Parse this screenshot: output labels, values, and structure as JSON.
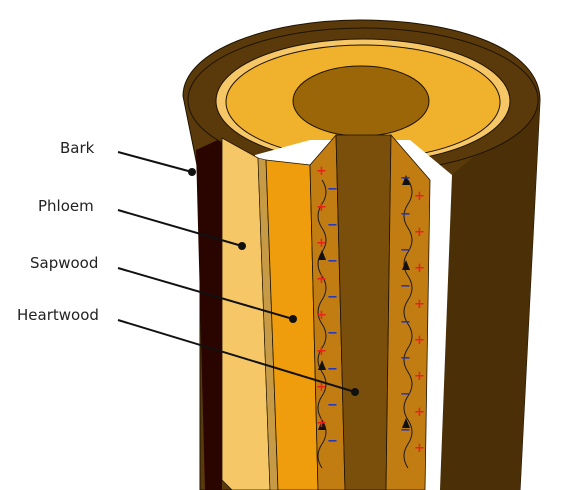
{
  "labels": {
    "bark": "Bark",
    "phloem": "Phloem",
    "sapwood": "Sapwood",
    "heartwood": "Heartwood"
  },
  "charges": {
    "plus": "+",
    "minus": "−"
  },
  "colors": {
    "bark_outer": "#5a3a0a",
    "bark_inner": "#2a0500",
    "phloem": "#f6c766",
    "sapwood": "#ef9d0c",
    "sapwood_top": "#f0b22d",
    "heartwood": "#7a4e0b",
    "heartwood_top": "#9a6608",
    "cut_face": "#c17d12",
    "positive": "#e8231c",
    "negative": "#1c34c8"
  }
}
